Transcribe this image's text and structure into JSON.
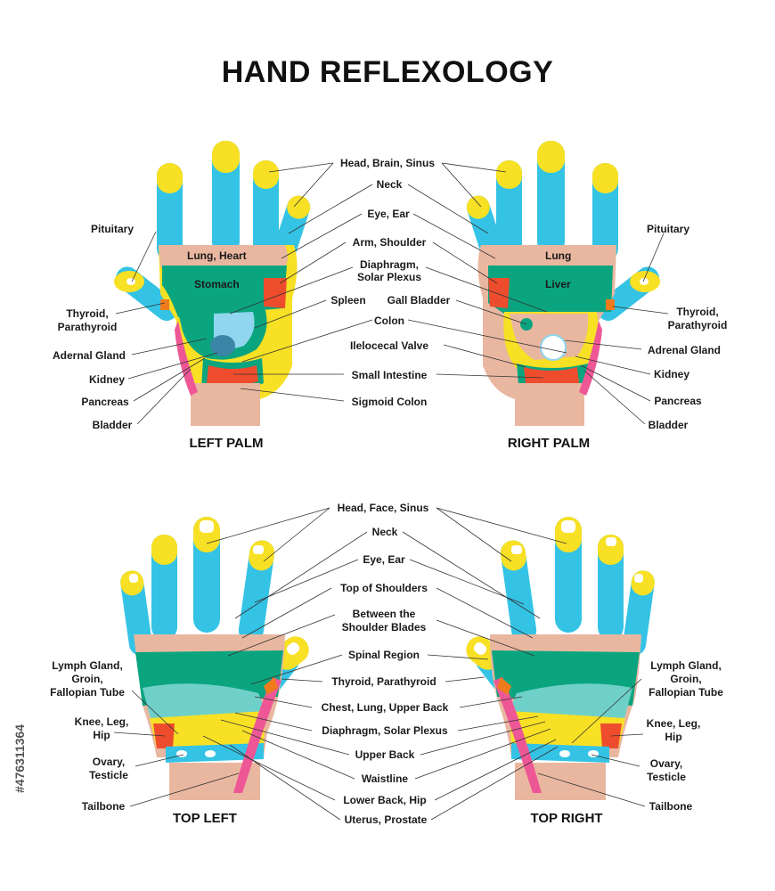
{
  "title": "HAND REFLEXOLOGY",
  "stock_id": "#476311364",
  "colors": {
    "yellow": "#f8e025",
    "blue": "#34c3e5",
    "skin": "#e9b7a0",
    "green": "#0aa57f",
    "teal": "#6fd0c9",
    "red": "#ee4d2d",
    "orange": "#ef7b1d",
    "pink": "#ee5796",
    "lightblue": "#8fd6ee",
    "slate": "#3b86a7",
    "white": "#ffffff"
  },
  "captions": {
    "left_palm": "LEFT PALM",
    "right_palm": "RIGHT PALM",
    "top_left": "TOP LEFT",
    "top_right": "TOP RIGHT"
  },
  "labels": {
    "head_brain_sinus": "Head, Brain, Sinus",
    "neck": "Neck",
    "eye_ear": "Eye, Ear",
    "arm_shoulder": "Arm, Shoulder",
    "diaphragm_l1": "Diaphragm,",
    "diaphragm_l2": "Solar Plexus",
    "spleen": "Spleen",
    "gall_bladder": "Gall Bladder",
    "colon": "Colon",
    "ileocecal_valve": "Ilelocecal Valve",
    "small_intestine": "Small Intestine",
    "sigmoid_colon": "Sigmoid Colon",
    "pituitary": "Pituitary",
    "thyroid_l1": "Thyroid,",
    "thyroid_l2": "Parathyroid",
    "adernal_gland": "Adernal Gland",
    "adrenal_gland": "Adrenal Gland",
    "kidney": "Kidney",
    "pancreas": "Pancreas",
    "bladder": "Bladder",
    "lung_heart": "Lung, Heart",
    "stomach": "Stomach",
    "lung": "Lung",
    "liver": "Liver",
    "head_face_sinus": "Head, Face, Sinus",
    "top_of_shoulders": "Top of Shoulders",
    "between_l1": "Between the",
    "between_l2": "Shoulder Blades",
    "spinal_region": "Spinal Region",
    "thyroid_parathyroid": "Thyroid, Parathyroid",
    "chest_lung_upper_back": "Chest, Lung, Upper Back",
    "diaphragm_solar_plexus": "Diaphragm, Solar Plexus",
    "upper_back": "Upper Back",
    "waistline": "Waistline",
    "lower_back_hip": "Lower Back, Hip",
    "uterus_prostate": "Uterus, Prostate",
    "lymph_l1": "Lymph Gland,",
    "lymph_l2": "Groin,",
    "lymph_l3": "Fallopian Tube",
    "knee_l1": "Knee, Leg,",
    "knee_l2": "Hip",
    "ovary_l1": "Ovary,",
    "ovary_l2": "Testicle",
    "tailbone": "Tailbone"
  }
}
